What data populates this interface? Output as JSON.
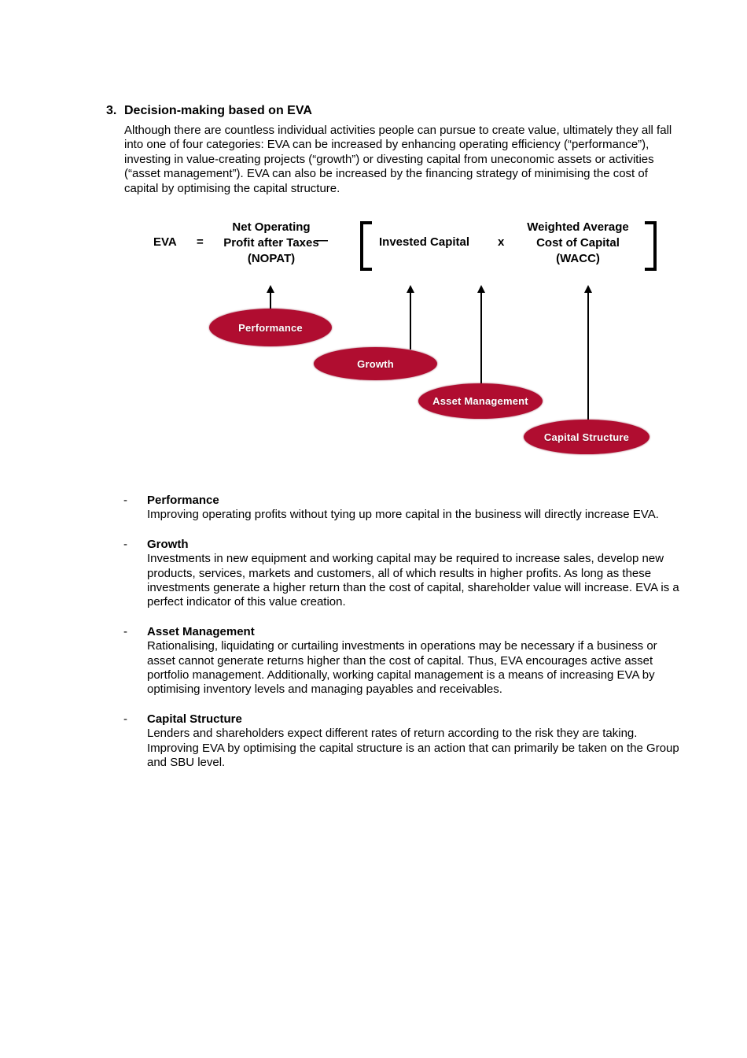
{
  "heading": {
    "number": "3.",
    "title": "Decision-making based on EVA"
  },
  "intro": "Although there are countless individual activities people can pursue to create value, ultimately they all fall into one of four categories: EVA can be increased by enhancing operating efficiency (“performance”), investing in value-creating projects (“growth”) or divesting capital from uneconomic assets or activities (“asset management”). EVA can also be increased by the financing strategy of minimising the cost of capital by optimising the capital structure.",
  "formula": {
    "lhs": "EVA",
    "equals": "=",
    "nopat_lines": [
      "Net Operating",
      "Profit after Taxes",
      "(NOPAT)"
    ],
    "minus": "—",
    "invested_capital": "Invested Capital",
    "times": "x",
    "wacc_lines": [
      "Weighted Average",
      "Cost of Capital",
      "(WACC)"
    ]
  },
  "diagram": {
    "ellipse_color": "#B00D30",
    "nodes": [
      {
        "label": "Performance"
      },
      {
        "label": "Growth"
      },
      {
        "label": "Asset Management"
      },
      {
        "label": "Capital Structure"
      }
    ]
  },
  "bullets": [
    {
      "dash": "-",
      "title": "Performance",
      "body": "Improving operating profits without tying up more capital in the business will directly increase EVA."
    },
    {
      "dash": "-",
      "title": "Growth",
      "body": "Investments in new equipment and working capital may be required to increase sales, develop new products, services, markets and customers, all of which results in higher profits. As long as these investments generate a higher return than the cost of capital, shareholder value will increase. EVA is a perfect indicator of this value creation."
    },
    {
      "dash": "-",
      "title": "Asset Management",
      "body": "Rationalising, liquidating or curtailing investments in operations may be necessary if a business or asset cannot generate returns higher than the cost of capital. Thus, EVA encourages active asset portfolio management. Additionally, working capital management is a means of increasing EVA by optimising inventory levels and managing payables and receivables."
    },
    {
      "dash": "-",
      "title": "Capital Structure",
      "body": "Lenders and shareholders expect different rates of return according to the risk they are taking. Improving EVA by optimising the capital structure is an action that can primarily be taken on the Group and SBU level."
    }
  ]
}
